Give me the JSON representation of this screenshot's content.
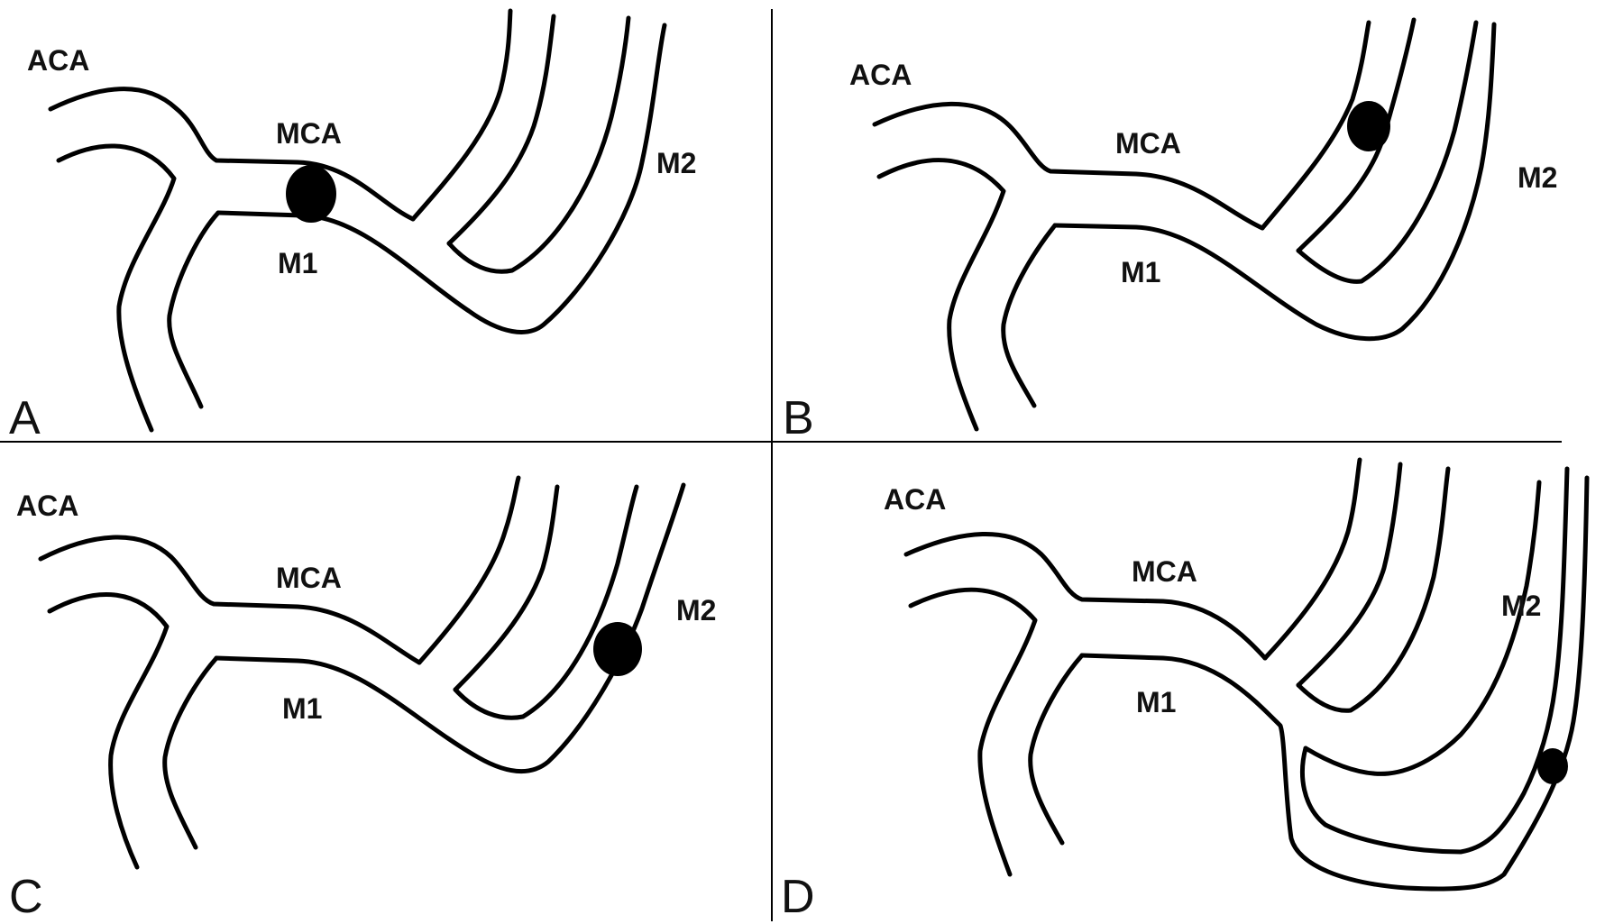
{
  "labels": {
    "aca": "ACA",
    "mca": "MCA",
    "m1": "M1",
    "m2": "M2"
  },
  "panels": {
    "a": "A",
    "b": "B",
    "c": "C",
    "d": "D"
  },
  "colors": {
    "stroke": "#000000",
    "background": "#ffffff"
  }
}
